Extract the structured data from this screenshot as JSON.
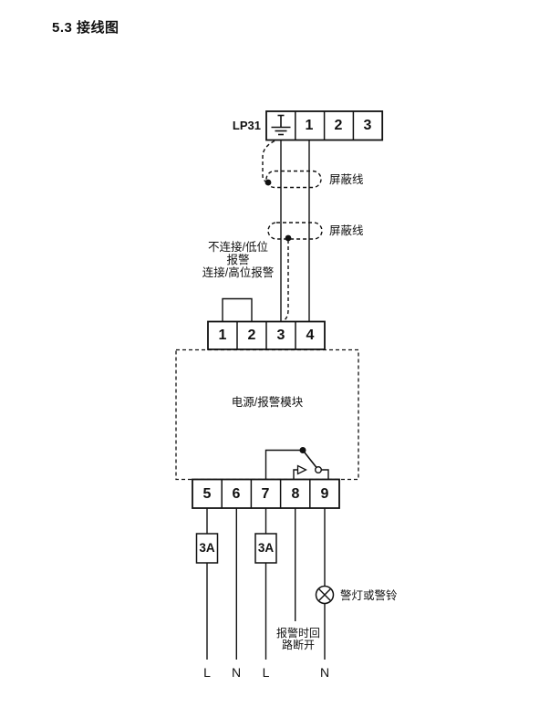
{
  "title": "5.3 接线图",
  "diagram": {
    "lp31": {
      "label": "LP31",
      "terminals": [
        "1",
        "2",
        "3"
      ]
    },
    "shield_top": "屏蔽线",
    "shield_bottom": "屏蔽线",
    "jumper_note": [
      "不连接/低位",
      "报警",
      "连接/高位报警"
    ],
    "module": {
      "name": "电源/报警模块",
      "top_terminals": [
        "1",
        "2",
        "3",
        "4"
      ],
      "bottom_terminals": [
        "5",
        "6",
        "7",
        "8",
        "9"
      ]
    },
    "fuses": [
      "3A",
      "3A"
    ],
    "lamp_label": "警灯或警铃",
    "alarm_note": [
      "报警时回",
      "路断开"
    ],
    "power_labels": [
      "L",
      "N",
      "L",
      "N"
    ]
  }
}
